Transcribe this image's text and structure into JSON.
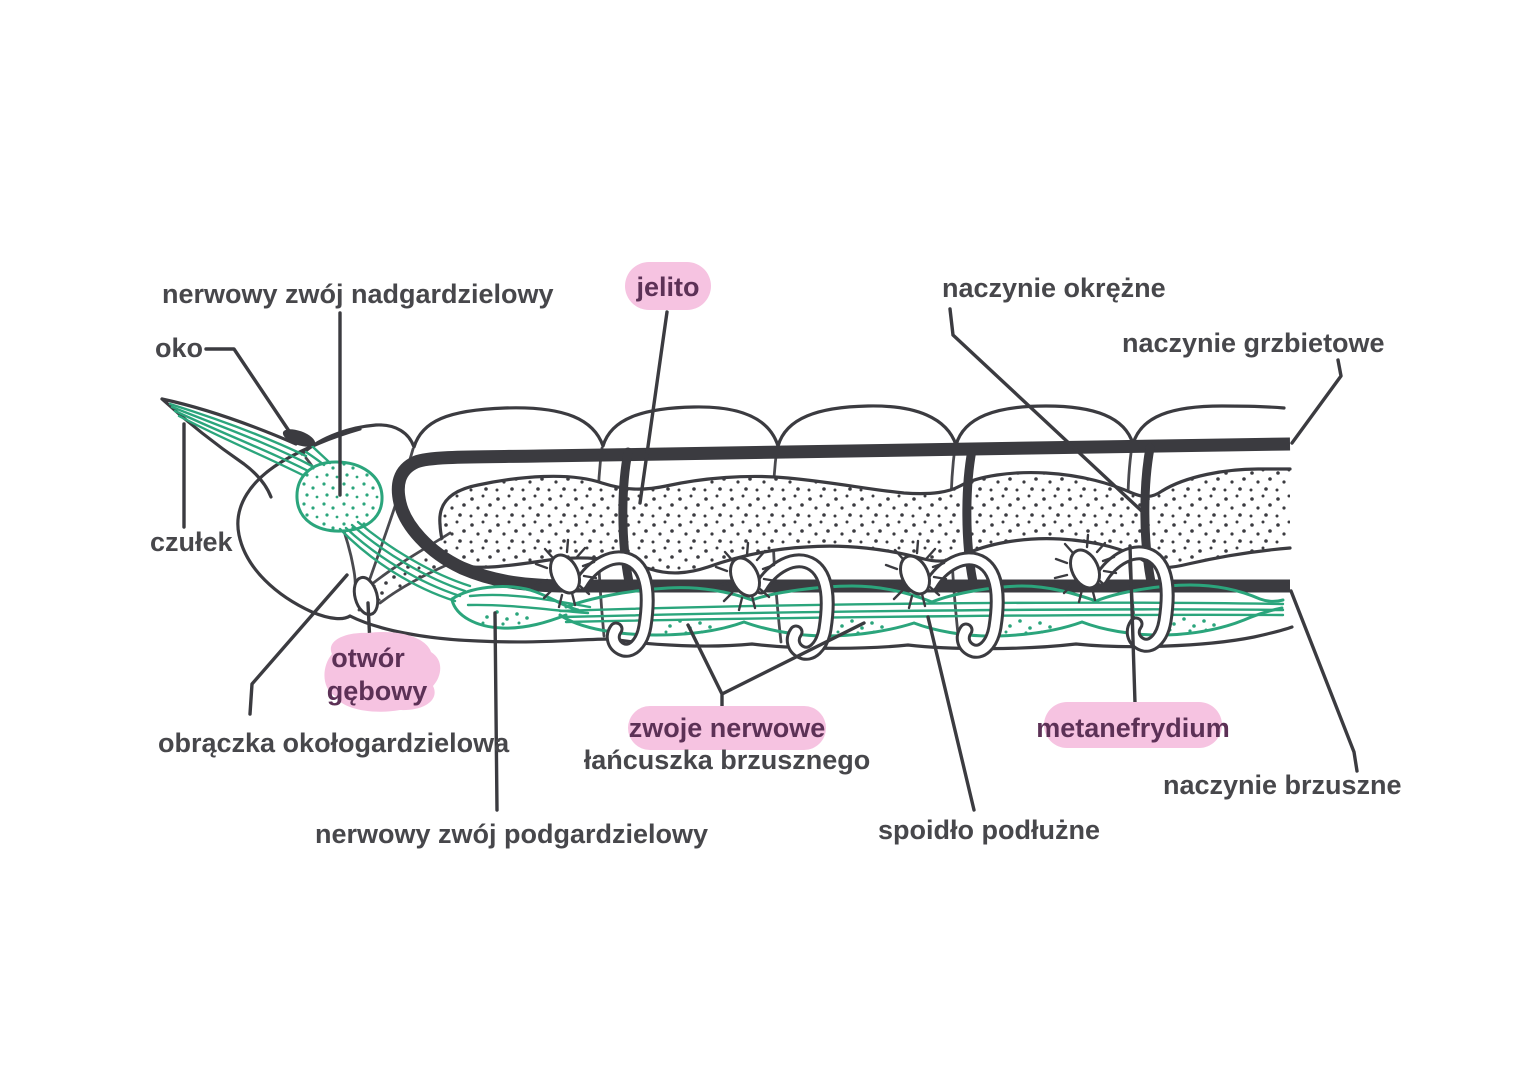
{
  "figure": {
    "labels": {
      "supraesophageal_ganglion": "nerwowy zwój nadgardzielowy",
      "eye": "oko",
      "antenna": "czułek",
      "intestine": "jelito",
      "circular_vessel": "naczynie okrężne",
      "dorsal_vessel": "naczynie grzbietowe",
      "mouth": {
        "line1": "otwór",
        "line2": "gębowy"
      },
      "circumpharyngeal_ring": "obrączka okołogardzielowa",
      "ventral_chain_ganglia": {
        "line1": "zwoje nerwowe",
        "line2": "łańcuszka brzusznego"
      },
      "metanephridium": "metanefrydium",
      "ventral_vessel": "naczynie brzuszne",
      "longitudinal_commissure": "spoidło podłużne",
      "subesophageal_ganglion": "nerwowy zwój podgardzielowy"
    },
    "highlighted_terms": [
      "jelito",
      "otwór gębowy",
      "zwoje nerwowe",
      "metanefrydium"
    ],
    "colors": {
      "ink": "#3b3b40",
      "nerve_green": "#2ba57c",
      "highlight_pink": "#f6c3e1",
      "label_text": "#47474b",
      "highlight_label_text": "#5c3156",
      "background": "#ffffff"
    }
  }
}
